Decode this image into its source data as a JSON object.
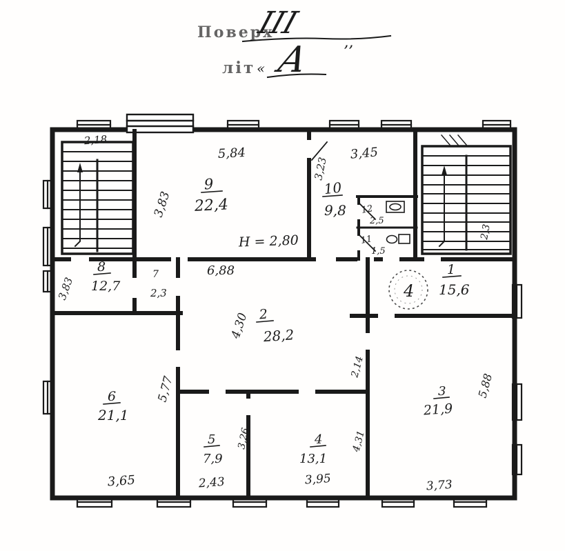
{
  "header": {
    "floor_label": "Поверх",
    "floor_number": "III",
    "liter_label": "літ",
    "liter_open": "«",
    "liter_value": "А",
    "tick": "’’"
  },
  "plan": {
    "height_note": "Н = 2,80",
    "stamp_number": "4",
    "rooms": [
      {
        "number": "1",
        "area": "15,6"
      },
      {
        "number": "2",
        "area": "28,2"
      },
      {
        "number": "3",
        "area": "21,9"
      },
      {
        "number": "4",
        "area": "13,1"
      },
      {
        "number": "5",
        "area": "7,9"
      },
      {
        "number": "6",
        "area": "21,1"
      },
      {
        "number": "7",
        "area": "2,3"
      },
      {
        "number": "8",
        "area": "12,7"
      },
      {
        "number": "9",
        "area": "22,4"
      },
      {
        "number": "10",
        "area": "9,8"
      },
      {
        "number": "11",
        "area": "1,5"
      },
      {
        "number": "12",
        "area": "2,5"
      }
    ],
    "dimensions": {
      "top_room9": "5,84",
      "top_room10": "3,45",
      "left_room9": "3,83",
      "left_room10": "3,23",
      "left_room8": "3,83",
      "stair_left": "2,18",
      "stair_right": "2,3",
      "corridor_width": "6,88",
      "corridor_depth": "4,30",
      "room6_height": "5,77",
      "room6_width": "3,65",
      "room5_width": "2,43",
      "room5_height": "3,26",
      "room4_width": "3,95",
      "room3_width": "3,73",
      "room3_height": "5,88",
      "wall3_upper": "2,14",
      "wall3_lower": "4,31"
    }
  }
}
